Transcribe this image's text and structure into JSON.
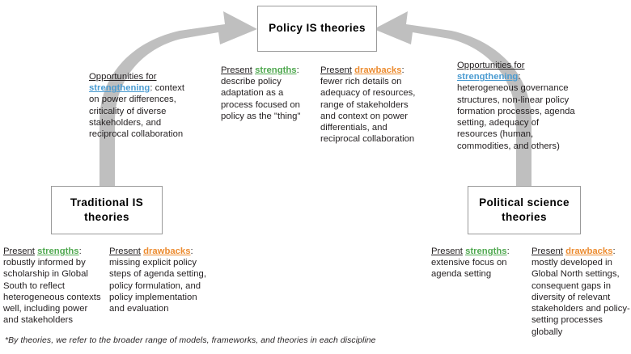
{
  "figure": {
    "nodes": {
      "top": "Policy IS theories",
      "bottom_left": "Traditional IS theories",
      "bottom_right": "Political science theories"
    },
    "labels": {
      "opportunities": "Opportunities for",
      "strengthening": "strengthening",
      "present": "Present",
      "strengths": "strengths",
      "drawbacks": "drawbacks",
      "colon": ":"
    },
    "blocks": {
      "left_opportunities": {
        "header_lead": "Opportunities for",
        "header_keyword": "strengthening",
        "body": ": context on power differences, criticality of diverse stakeholders, and reciprocal collaboration"
      },
      "center_strengths": {
        "header_lead": "Present",
        "header_keyword": "strengths",
        "body": ": describe policy adaptation as a process focused on policy as the \"thing\""
      },
      "center_drawbacks": {
        "header_lead": "Present",
        "header_keyword": "drawbacks",
        "body": ": fewer rich details on adequacy of resources, range of stakeholders and context on power differentials, and reciprocal collaboration"
      },
      "right_opportunities": {
        "header_lead": "Opportunities for",
        "header_keyword": "strengthening",
        "body": ": heterogeneous governance structures, non-linear policy formation processes, agenda setting, adequacy of resources (human, commodities, and others)"
      },
      "bottom_left_strengths": {
        "header_lead": "Present",
        "header_keyword": "strengths",
        "body": ": robustly informed by scholarship in Global South to reflect heterogeneous contexts well, including power and stakeholders"
      },
      "bottom_left_drawbacks": {
        "header_lead": "Present",
        "header_keyword": "drawbacks",
        "body": ": missing explicit policy steps of agenda setting, policy formulation, and policy implementation and evaluation"
      },
      "bottom_right_strengths": {
        "header_lead": "Present",
        "header_keyword": "strengths",
        "body": ": extensive focus on agenda setting"
      },
      "bottom_right_drawbacks": {
        "header_lead": "Present",
        "header_keyword": "drawbacks",
        "body": ": mostly developed in Global North settings, consequent gaps in diversity of relevant stakeholders and policy-setting processes globally"
      }
    },
    "footnote": "*By theories, we  refer to the broader range of models, frameworks,  and theories in each discipline",
    "colors": {
      "arrow_gray": "#bfbfbf",
      "box_border": "#9a9a9a",
      "strengthening_blue": "#4a9bd1",
      "strengths_green": "#4fa84f",
      "drawbacks_orange": "#ec8b2f",
      "text_black": "#231f20"
    }
  }
}
